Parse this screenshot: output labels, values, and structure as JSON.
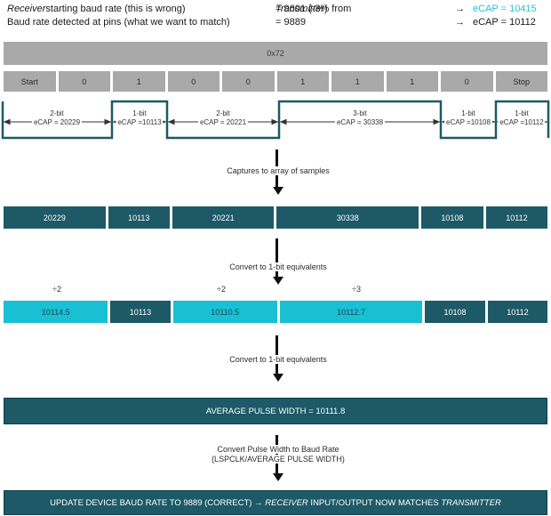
{
  "colors": {
    "dark_teal": "#1D5967",
    "cyan": "#19BFD3",
    "gray": "#A9A9A9",
    "accent_text": "#27C2D8"
  },
  "header": {
    "row1": {
      "label_italic": "Receiver",
      "label_rest": " starting baud rate (this is wrong)",
      "value_pre": "= 9601 (-3% from ",
      "value_italic": "Transmitter",
      "value_post": ")",
      "arrow": "→",
      "ecap": "eCAP = 10415"
    },
    "row2": {
      "label": "Baud rate detected at pins (what we want to match)",
      "value": "= 9889",
      "arrow": "→",
      "ecap": "eCAP = 10112"
    }
  },
  "byte_bar": {
    "label": "0x72"
  },
  "bits_row": {
    "cells": [
      "Start",
      "0",
      "1",
      "0",
      "0",
      "1",
      "1",
      "1",
      "0",
      "Stop"
    ]
  },
  "waveform": {
    "segments": [
      {
        "bits": "2-bit",
        "ecap": "eCAP = 20229"
      },
      {
        "bits": "1-bit",
        "ecap": "eCAP =10113"
      },
      {
        "bits": "2-bit",
        "ecap": "eCAP = 20221"
      },
      {
        "bits": "3-bit",
        "ecap": "eCAP = 30338"
      },
      {
        "bits": "1-bit",
        "ecap": "eCAP =10108"
      },
      {
        "bits": "1-bit",
        "ecap": "eCAP =10112"
      }
    ]
  },
  "flow": {
    "step1": "Captures to array of samples",
    "step2": "Convert to 1-bit equivalents",
    "step3": "Convert to 1-bit equivalents",
    "step4_line1": "Convert Pulse Width to Baud Rate",
    "step4_line2": "(LSPCLK/AVERAGE PULSE WIDTH)"
  },
  "samples_row": {
    "cells": [
      "20229",
      "10113",
      "20221",
      "30338",
      "10108",
      "10112"
    ]
  },
  "dividers": [
    "÷2",
    "÷2",
    "÷3"
  ],
  "converted_row": {
    "cells": [
      "10114.5",
      "10113",
      "10110.5",
      "10112.7",
      "10108",
      "10112"
    ]
  },
  "average_bar": {
    "label": "AVERAGE PULSE WIDTH = 10111.8"
  },
  "final_bar": {
    "pre": "UPDATE DEVICE BAUD RATE TO 9889 (CORRECT) → ",
    "italic1": "RECEIVER",
    "mid": " INPUT/OUTPUT NOW MATCHES ",
    "italic2": "TRANSMITTER"
  }
}
